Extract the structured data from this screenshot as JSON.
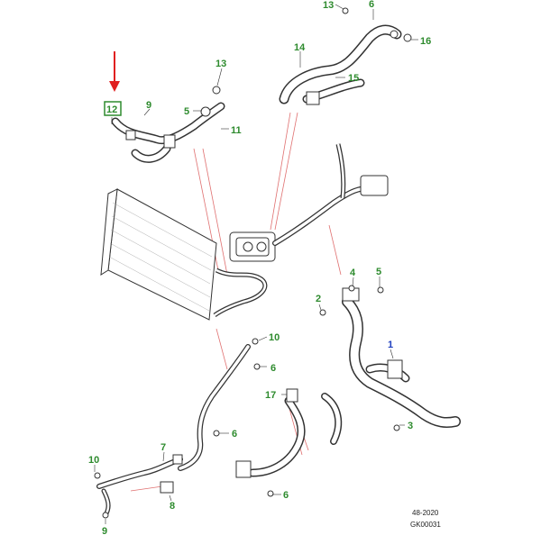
{
  "diagram": {
    "callouts": [
      {
        "label": "13",
        "color": "#2e8b2e"
      },
      {
        "label": "6",
        "color": "#2e8b2e"
      },
      {
        "label": "16",
        "color": "#2e8b2e"
      },
      {
        "label": "14",
        "color": "#2e8b2e"
      },
      {
        "label": "15",
        "color": "#2e8b2e"
      },
      {
        "label": "13",
        "color": "#2e8b2e"
      },
      {
        "label": "12",
        "color": "#2e8b2e",
        "highlighted": true
      },
      {
        "label": "9",
        "color": "#2e8b2e"
      },
      {
        "label": "5",
        "color": "#2e8b2e"
      },
      {
        "label": "11",
        "color": "#2e8b2e"
      },
      {
        "label": "4",
        "color": "#2e8b2e"
      },
      {
        "label": "5",
        "color": "#2e8b2e"
      },
      {
        "label": "2",
        "color": "#2e8b2e"
      },
      {
        "label": "1",
        "color": "#1f3fbf"
      },
      {
        "label": "10",
        "color": "#2e8b2e"
      },
      {
        "label": "6",
        "color": "#2e8b2e"
      },
      {
        "label": "17",
        "color": "#2e8b2e"
      },
      {
        "label": "3",
        "color": "#2e8b2e"
      },
      {
        "label": "6",
        "color": "#2e8b2e"
      },
      {
        "label": "7",
        "color": "#2e8b2e"
      },
      {
        "label": "10",
        "color": "#2e8b2e"
      },
      {
        "label": "8",
        "color": "#2e8b2e"
      },
      {
        "label": "6",
        "color": "#2e8b2e"
      },
      {
        "label": "9",
        "color": "#2e8b2e"
      }
    ],
    "reference": {
      "date_code": "48-2020",
      "figure_code": "GK00031"
    },
    "colors": {
      "callout_green": "#2e8b2e",
      "callout_blue": "#1f3fbf",
      "indicator_arrow": "#e02020",
      "guide_lines": "#e07070",
      "part_stroke": "#333333"
    },
    "icons": [
      "indicator-arrow-icon",
      "bolt-icon",
      "clamp-icon"
    ]
  }
}
